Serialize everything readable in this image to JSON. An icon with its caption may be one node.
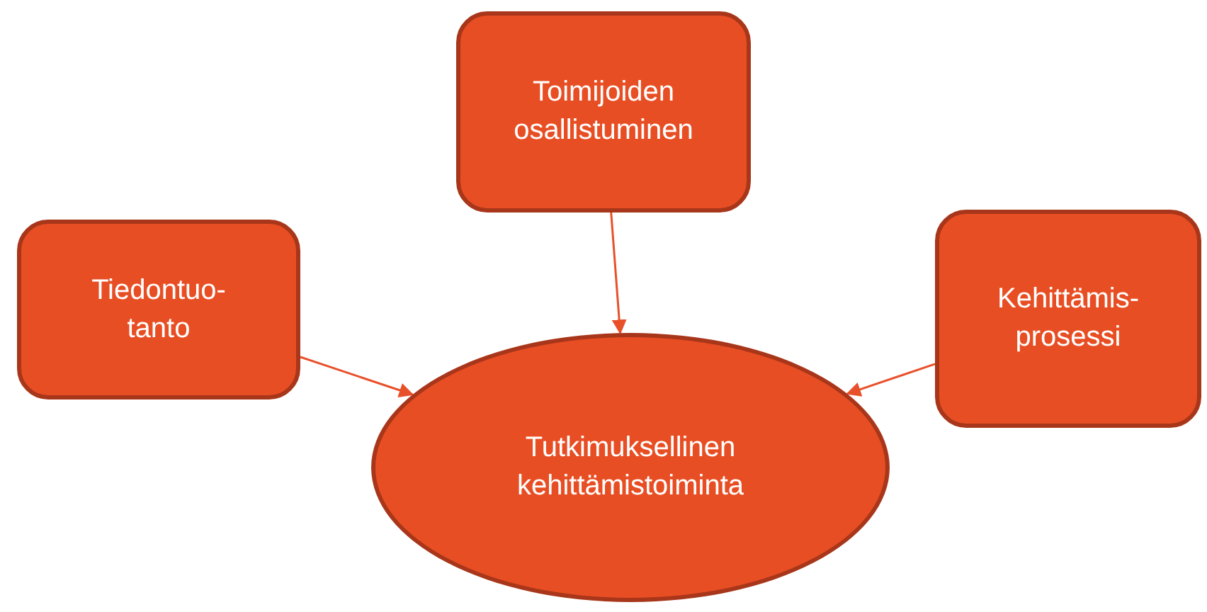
{
  "diagram": {
    "nodes": [
      {
        "text": [
          "Toimijoiden osallistuminen"
        ]
      },
      {
        "text": [
          "Tiedontuo- tanto"
        ]
      },
      {
        "text": [
          "Kehittämis- prosessi"
        ]
      },
      {
        "text": [
          "Tutkimuksellinen kehittämistoiminta"
        ]
      }
    ],
    "edges": [
      {
        "from": 1,
        "to": 3,
        "arrow": "to"
      },
      {
        "from": 0,
        "to": 3,
        "arrow": "to"
      },
      {
        "from": 2,
        "to": 3,
        "arrow": "to"
      }
    ]
  }
}
